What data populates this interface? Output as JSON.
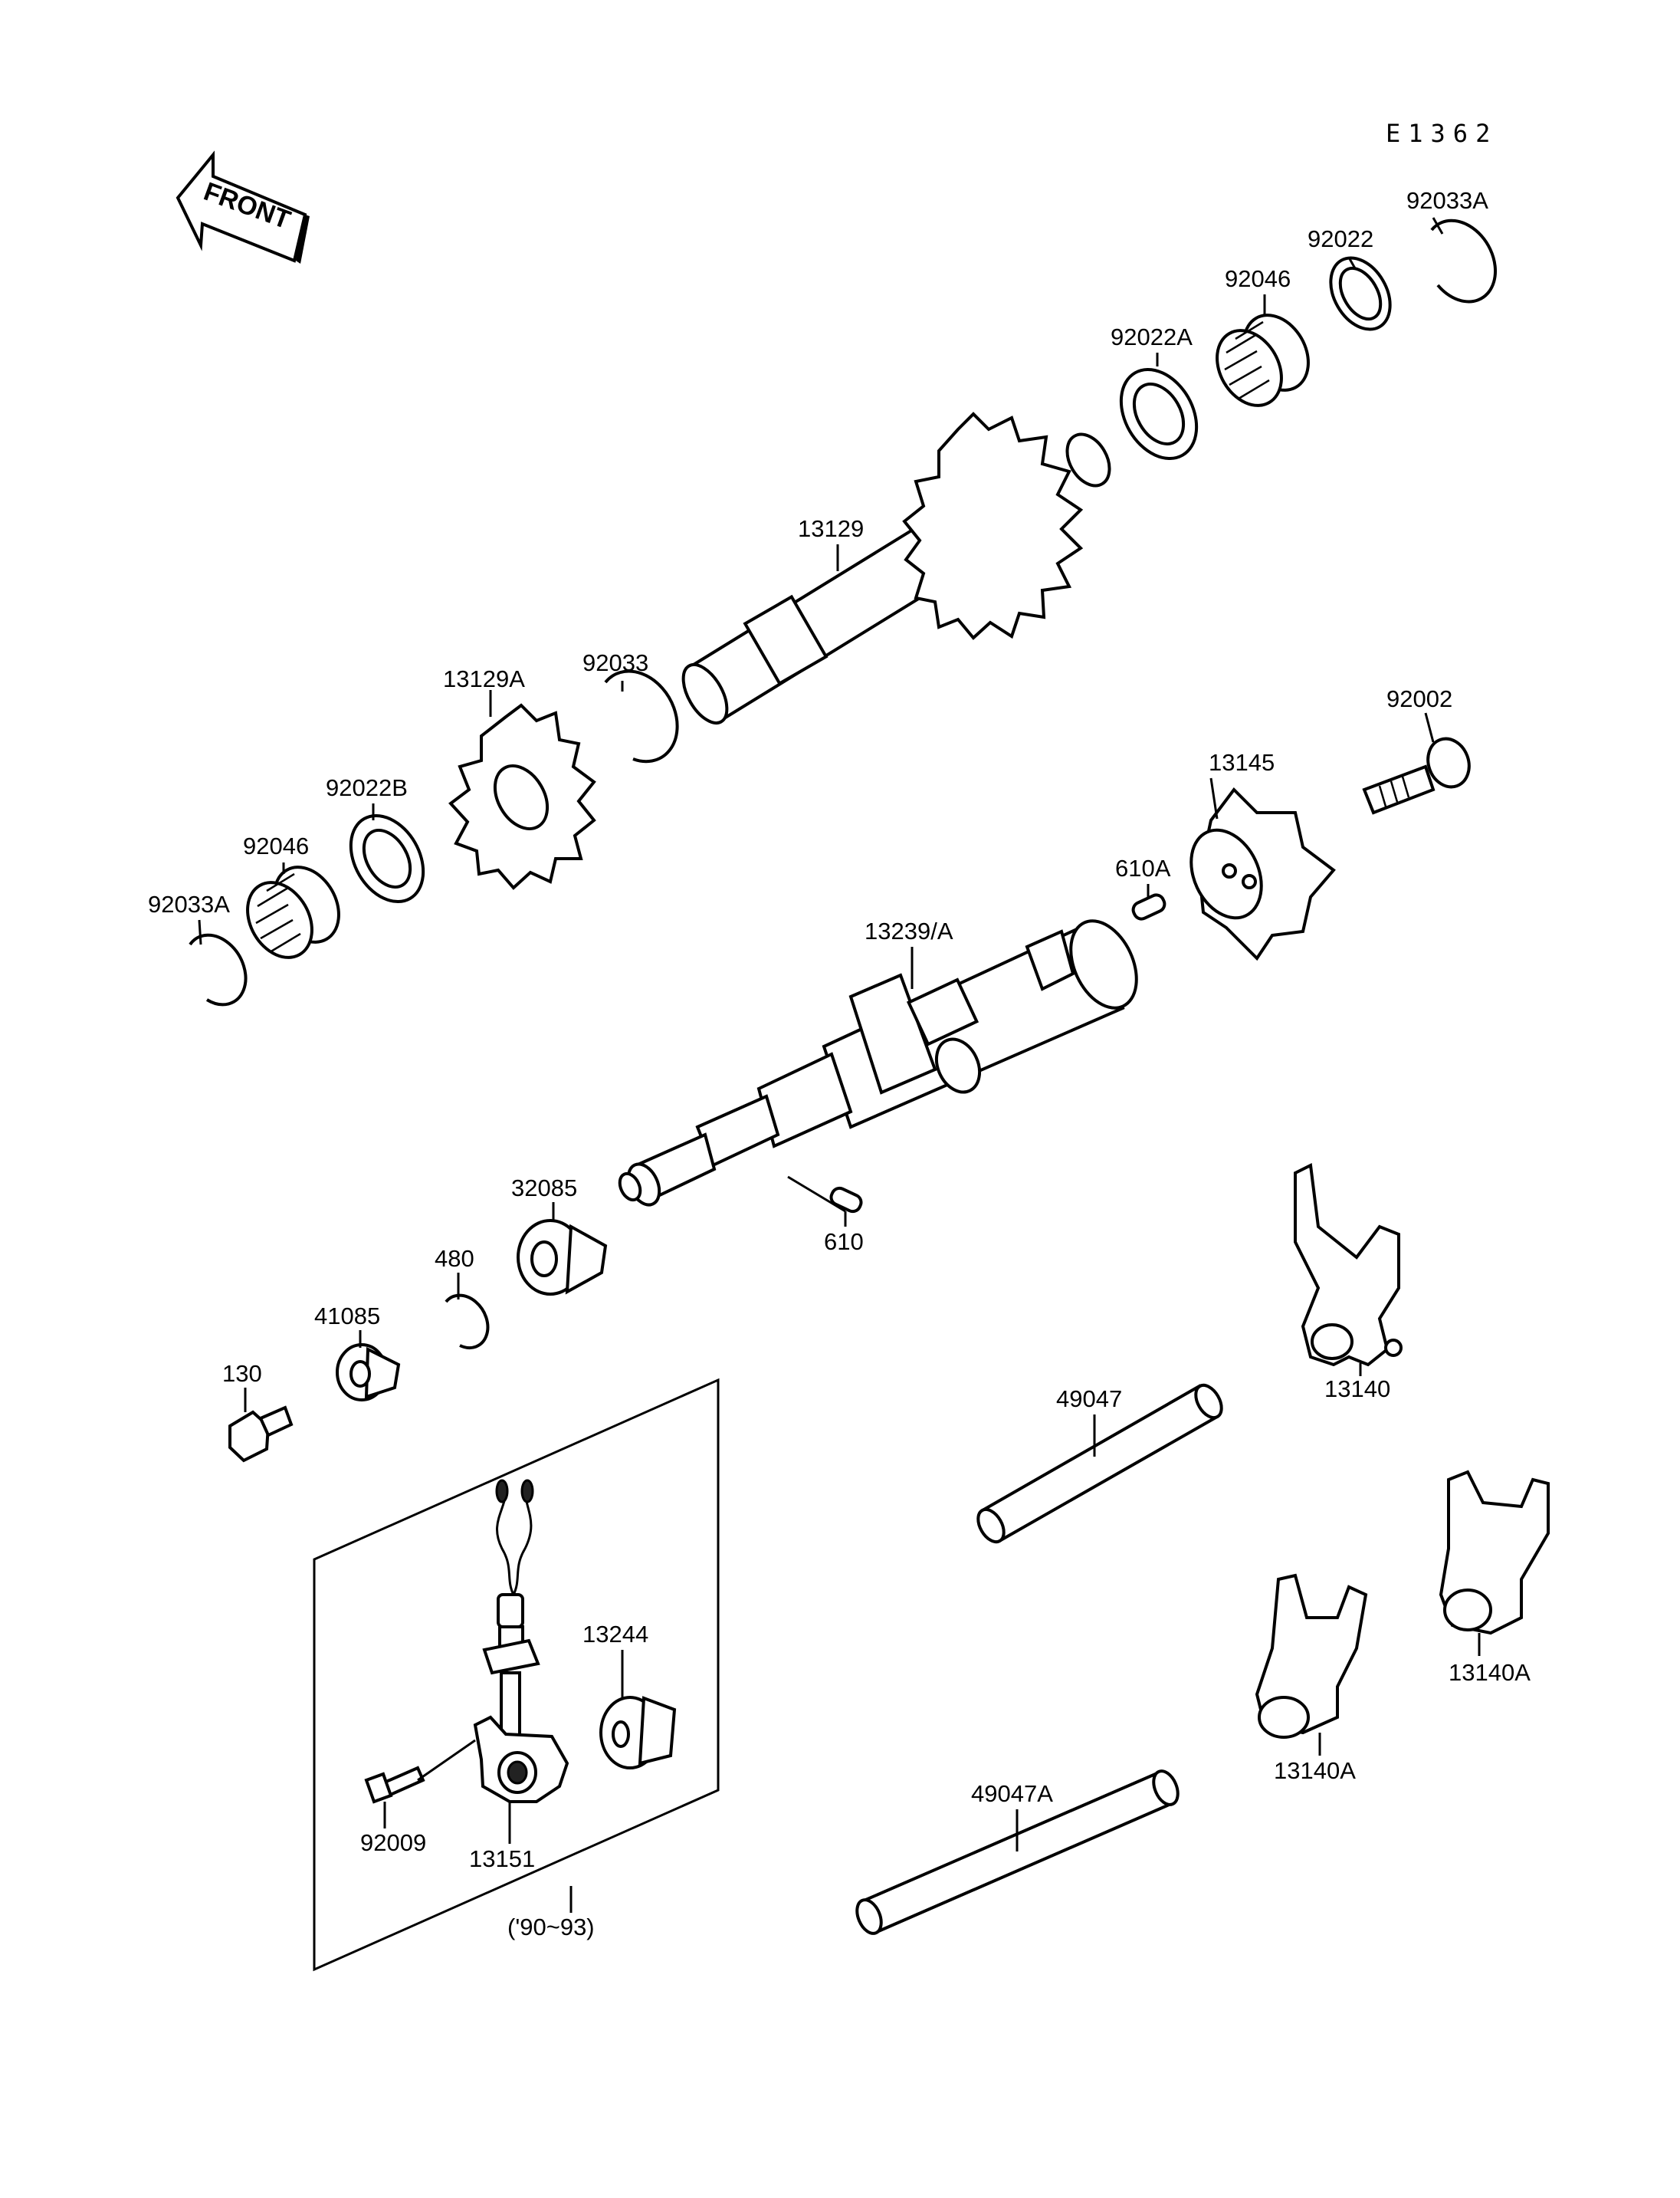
{
  "diagram_code": "E1362",
  "front_arrow_label": "FRONT",
  "box_label": "('90~93)",
  "labels": {
    "p92033A_top": "92033A",
    "p92022_top": "92022",
    "p92046_top": "92046",
    "p92022A": "92022A",
    "p13129": "13129",
    "p92033": "92033",
    "p13129A": "13129A",
    "p92022B": "92022B",
    "p92046_left": "92046",
    "p92033A_left": "92033A",
    "p92002": "92002",
    "p13145": "13145",
    "p610A": "610A",
    "p13239A": "13239/A",
    "p32085": "32085",
    "p610": "610",
    "p480": "480",
    "p41085": "41085",
    "p130": "130",
    "p13140": "13140",
    "p49047": "49047",
    "p13244": "13244",
    "p92009": "92009",
    "p13151": "13151",
    "p13140A_right": "13140A",
    "p13140A_left": "13140A",
    "p49047A": "49047A"
  }
}
